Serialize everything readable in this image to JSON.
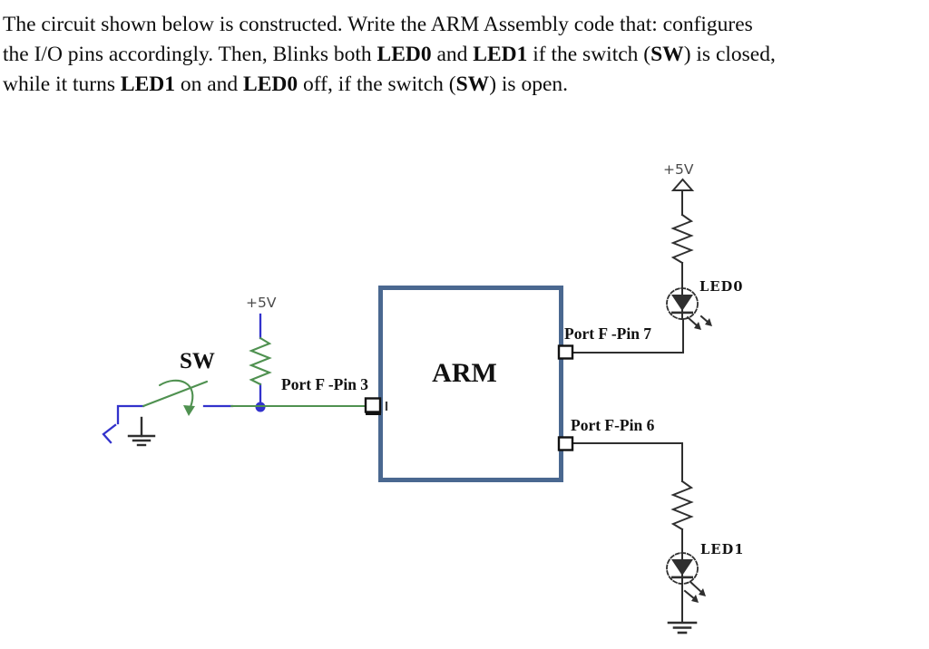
{
  "problem": {
    "lines": [
      {
        "segments": [
          {
            "text": "The circuit shown below is constructed. Write the ARM Assembly code that: configures",
            "bold": false
          }
        ]
      },
      {
        "segments": [
          {
            "text": "the I/O pins accordingly. Then, Blinks both ",
            "bold": false
          },
          {
            "text": "LED0",
            "bold": true
          },
          {
            "text": " and ",
            "bold": false
          },
          {
            "text": "LED1",
            "bold": true
          },
          {
            "text": " if the switch (",
            "bold": false
          },
          {
            "text": "SW",
            "bold": true
          },
          {
            "text": ") is closed,",
            "bold": false
          }
        ]
      },
      {
        "segments": [
          {
            "text": "while it turns ",
            "bold": false
          },
          {
            "text": "LED1",
            "bold": true
          },
          {
            "text": " on and ",
            "bold": false
          },
          {
            "text": "LED0",
            "bold": true
          },
          {
            "text": " off, if the switch (",
            "bold": false
          },
          {
            "text": "SW",
            "bold": true
          },
          {
            "text": ") is open.",
            "bold": false
          }
        ]
      }
    ]
  },
  "circuit": {
    "labels": {
      "vcc": "+5V",
      "switch": "SW",
      "pin3": "Port F -Pin 3",
      "pin7": "Port F -Pin 7",
      "pin6": "Port F-Pin 6",
      "chip": "ARM",
      "led0": "LED0",
      "led1": "LED1"
    },
    "colors": {
      "wire_blue": "#3232cc",
      "wire_green": "#4f9150",
      "chip_border": "#4a6890",
      "wire_dark": "#2f2f2f",
      "vcc_text": "#4a4a4a"
    }
  }
}
